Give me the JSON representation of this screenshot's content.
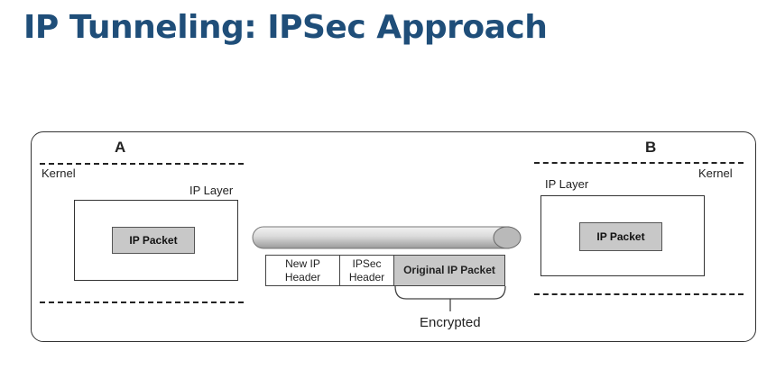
{
  "title": "IP Tunneling: IPSec Approach",
  "host_a": {
    "letter": "A",
    "kernel_label": "Kernel",
    "layer_label": "IP Layer",
    "packet_label": "IP Packet"
  },
  "host_b": {
    "letter": "B",
    "kernel_label": "Kernel",
    "layer_label": "IP Layer",
    "packet_label": "IP Packet"
  },
  "tunnel_packet": {
    "new_ip_header": "New IP\nHeader",
    "ipsec_header": "IPSec\nHeader",
    "original_packet": "Original IP Packet"
  },
  "encrypted_label": "Encrypted",
  "colors": {
    "title": "#1f4e79",
    "packet_fill": "#c8c8c8",
    "tunnel_fill": "#cfcfcf"
  }
}
